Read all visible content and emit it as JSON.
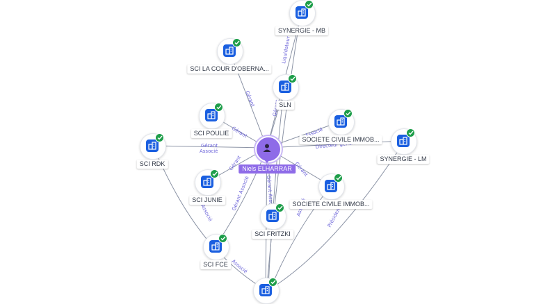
{
  "center": {
    "label": "Niels ELHARRAR",
    "icon": "person-icon"
  },
  "companies": [
    {
      "id": "synergie-mb",
      "label": "SYNERGIE - MB",
      "icon": "building-icon",
      "verified": true
    },
    {
      "id": "sci-la-cour",
      "label": "SCI LA COUR D'OBERNA...",
      "icon": "building-icon",
      "verified": true
    },
    {
      "id": "sln",
      "label": "SLN",
      "icon": "building-icon",
      "verified": true
    },
    {
      "id": "sci-poulie",
      "label": "SCI POULIE",
      "icon": "building-icon",
      "verified": true
    },
    {
      "id": "societe-civile-1",
      "label": "SOCIETE CIVILE IMMOB...",
      "icon": "building-icon",
      "verified": true
    },
    {
      "id": "synergie-lm",
      "label": "SYNERGIE - LM",
      "icon": "building-icon",
      "verified": true
    },
    {
      "id": "sci-rdk",
      "label": "SCI RDK",
      "icon": "building-icon",
      "verified": true
    },
    {
      "id": "sci-junie",
      "label": "SCI JUNIE",
      "icon": "building-icon",
      "verified": true
    },
    {
      "id": "societe-civile-2",
      "label": "SOCIETE CIVILE IMMOB...",
      "icon": "building-icon",
      "verified": true
    },
    {
      "id": "sci-fritzki",
      "label": "SCI FRITZKI",
      "icon": "building-icon",
      "verified": true
    },
    {
      "id": "sci-fce",
      "label": "SCI FCE",
      "icon": "building-icon",
      "verified": true
    },
    {
      "id": "bottom-company",
      "label": "",
      "icon": "building-icon",
      "verified": true
    }
  ],
  "relation_labels": {
    "gerant": "Gérant",
    "associe": "Associé",
    "gerant_associe": "Gérant Associé",
    "directeur_general": "Directeur général",
    "president": "Président",
    "liquidateur": "Liquidateur"
  },
  "colors": {
    "company_icon": "#1a5fe0",
    "verified_badge": "#1e9e4a",
    "person": "#8e6be8",
    "edge": "#8c94a6",
    "edge_label": "#6b63d9"
  }
}
